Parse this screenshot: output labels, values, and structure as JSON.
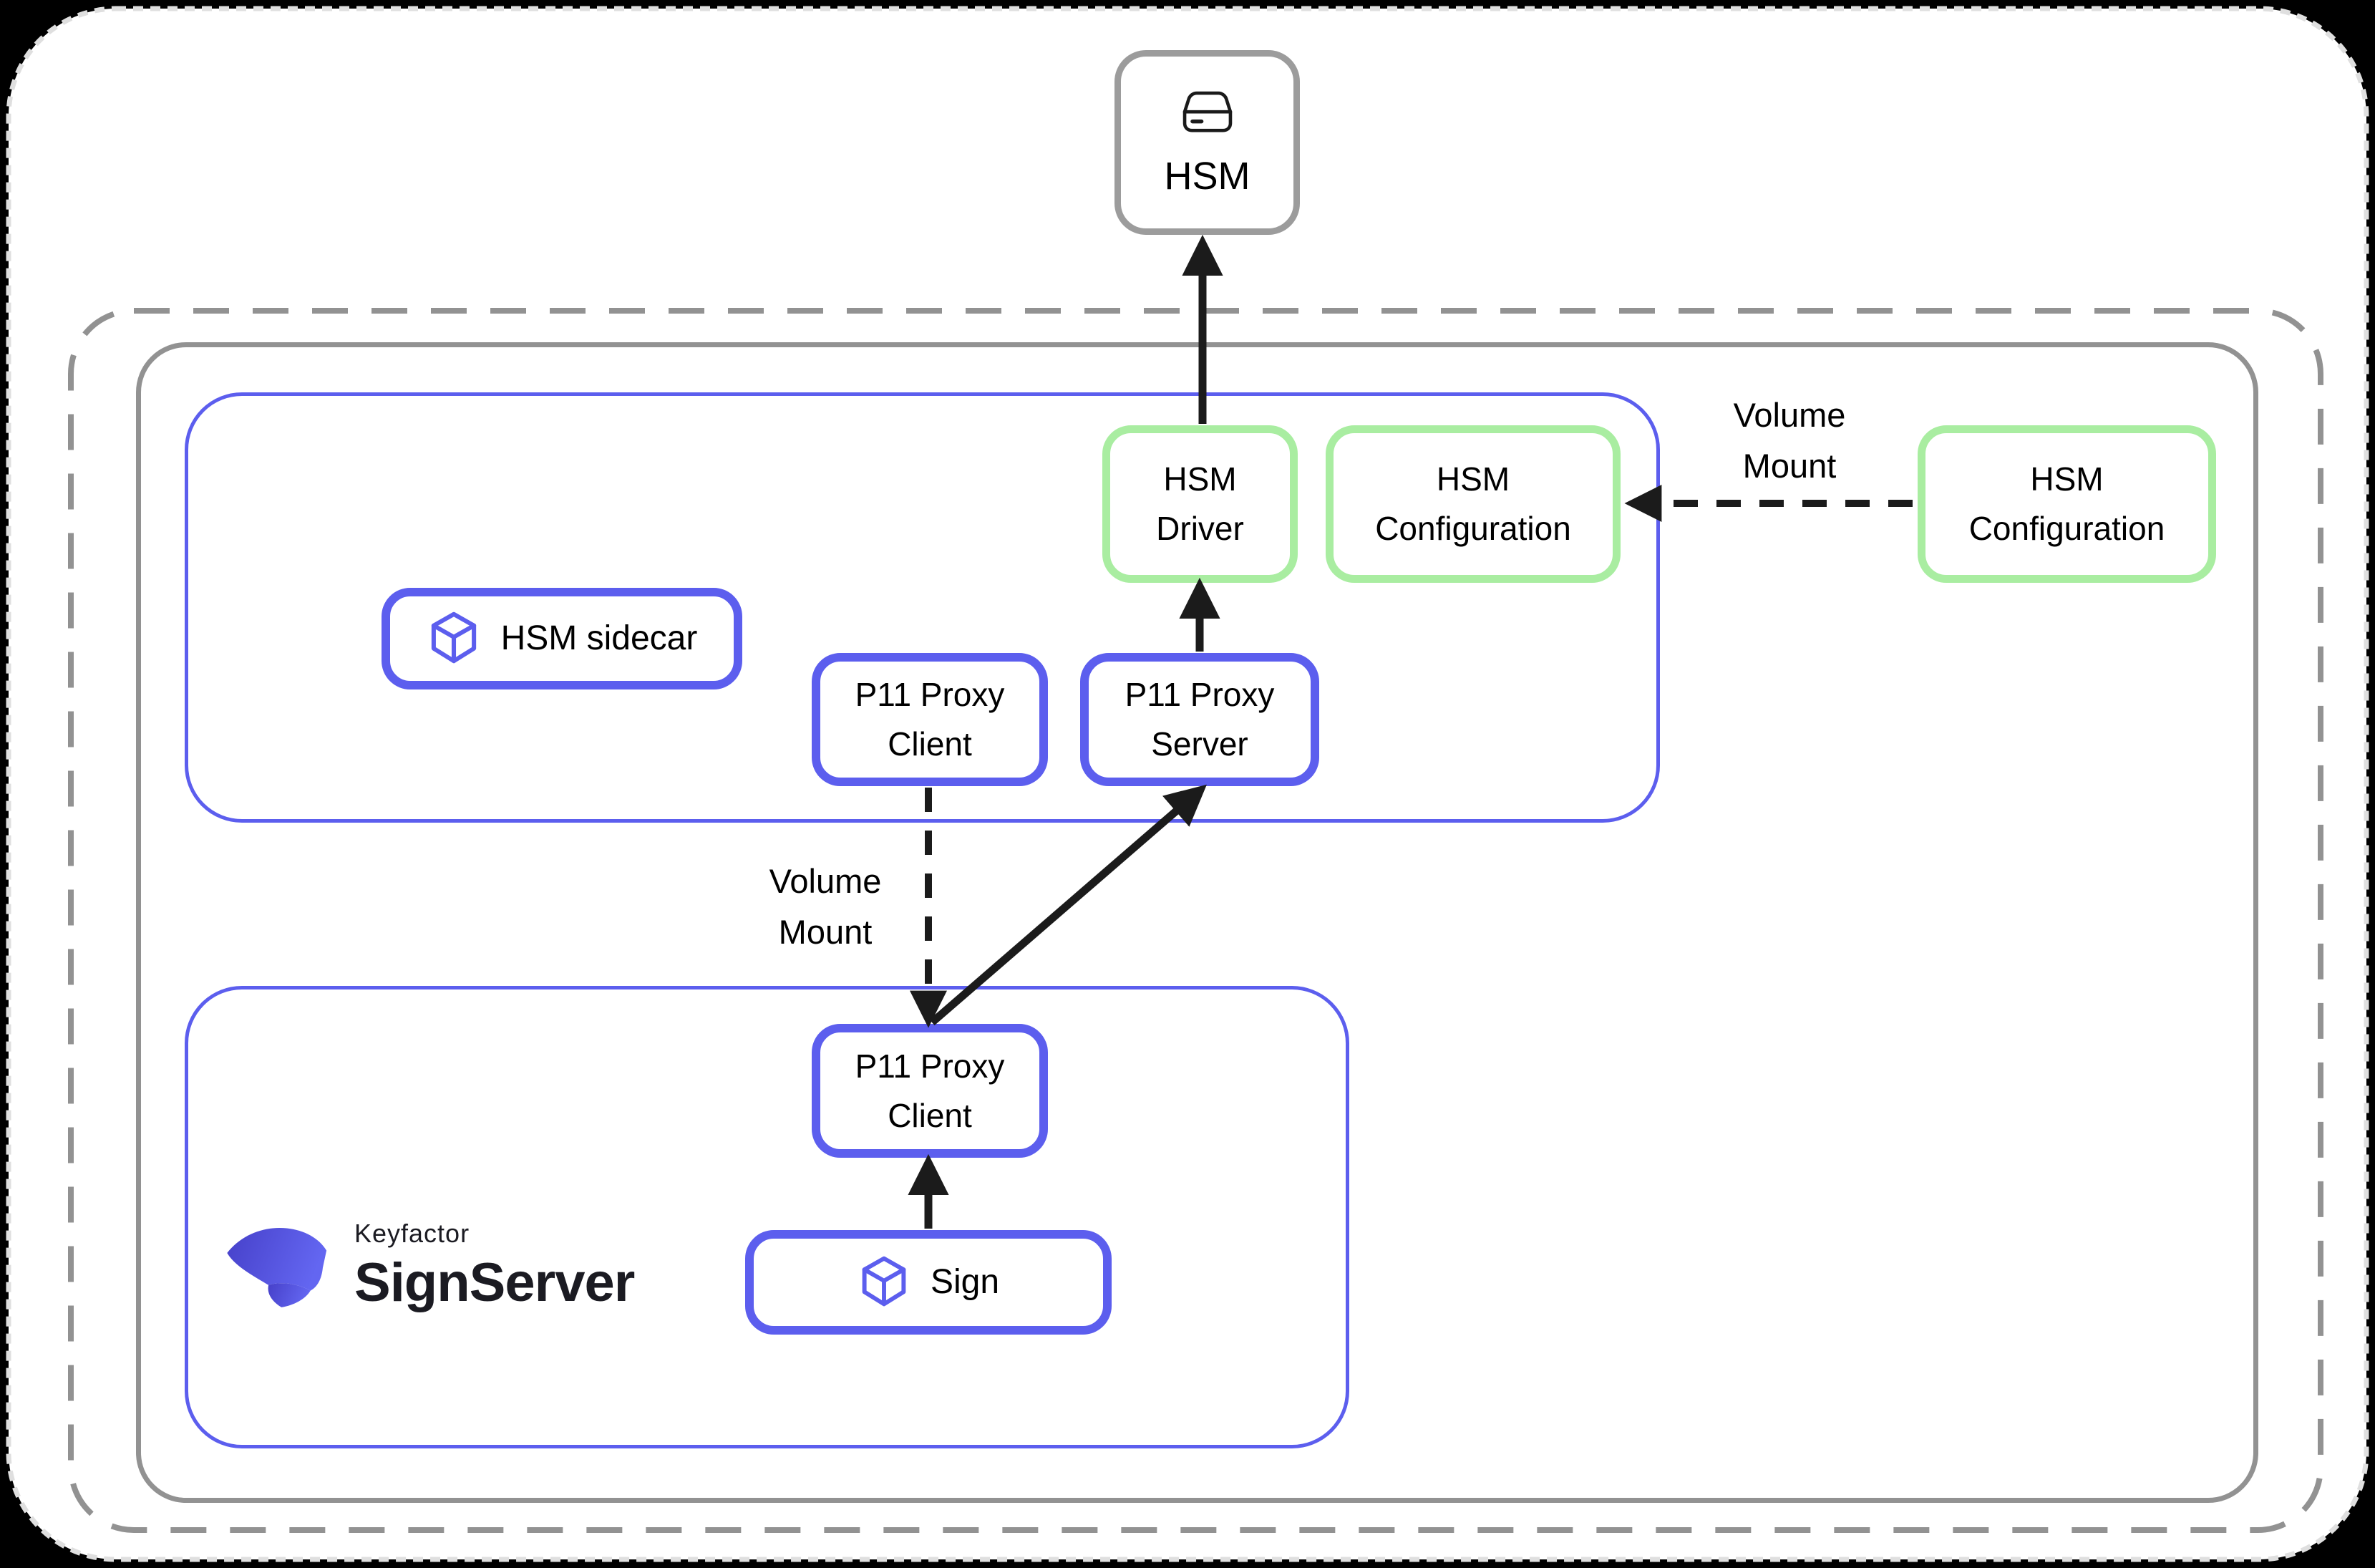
{
  "diagram": {
    "hsm": "HSM",
    "hsm_driver": "HSM\nDriver",
    "hsm_config_inner": "HSM\nConfiguration",
    "hsm_config_outer": "HSM\nConfiguration",
    "hsm_sidecar": "HSM sidecar",
    "p11_proxy_client_top": "P11 Proxy\nClient",
    "p11_proxy_server": "P11 Proxy\nServer",
    "p11_proxy_client_bottom": "P11 Proxy\nClient",
    "sign": "Sign",
    "volume_mount_right": "Volume\nMount",
    "volume_mount_middle": "Volume\nMount",
    "logo_brand": "Keyfactor",
    "logo_product": "SignServer"
  },
  "colors": {
    "node_blue": "#5C5EEE",
    "node_green": "#A9EDA1",
    "node_gray": "#9C9C9C",
    "container_gray": "#929292",
    "page_dot": "#DFDFDF",
    "arrow_black": "#1B1B1B",
    "logo_dark": "#1B1B22",
    "logo_gradient_start": "#4640C9",
    "logo_gradient_end": "#6366F1"
  }
}
